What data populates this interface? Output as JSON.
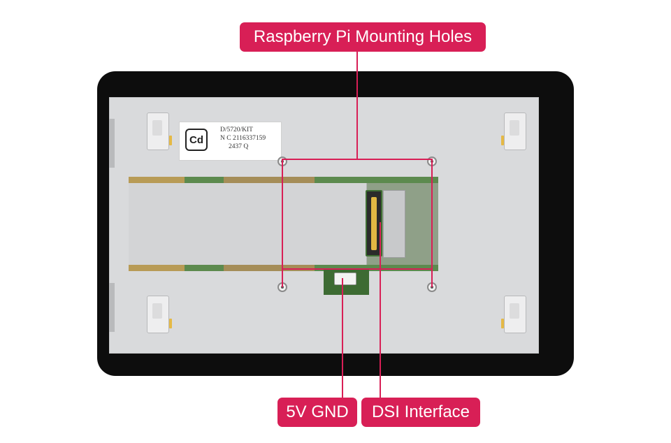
{
  "callouts": {
    "mounting_holes": "Raspberry Pi Mounting Holes",
    "power": "5V GND",
    "dsi": "DSI Interface"
  },
  "sticker": {
    "logo_text": "Cd",
    "line1": "D/5720/KIT",
    "line2": "N C 2116337159",
    "line3": "2437 Q"
  },
  "colors": {
    "callout": "#d81f56",
    "bezel": "#0d0d0d",
    "back_plate": "#d9dadc",
    "pcb": "#3d6b33"
  }
}
